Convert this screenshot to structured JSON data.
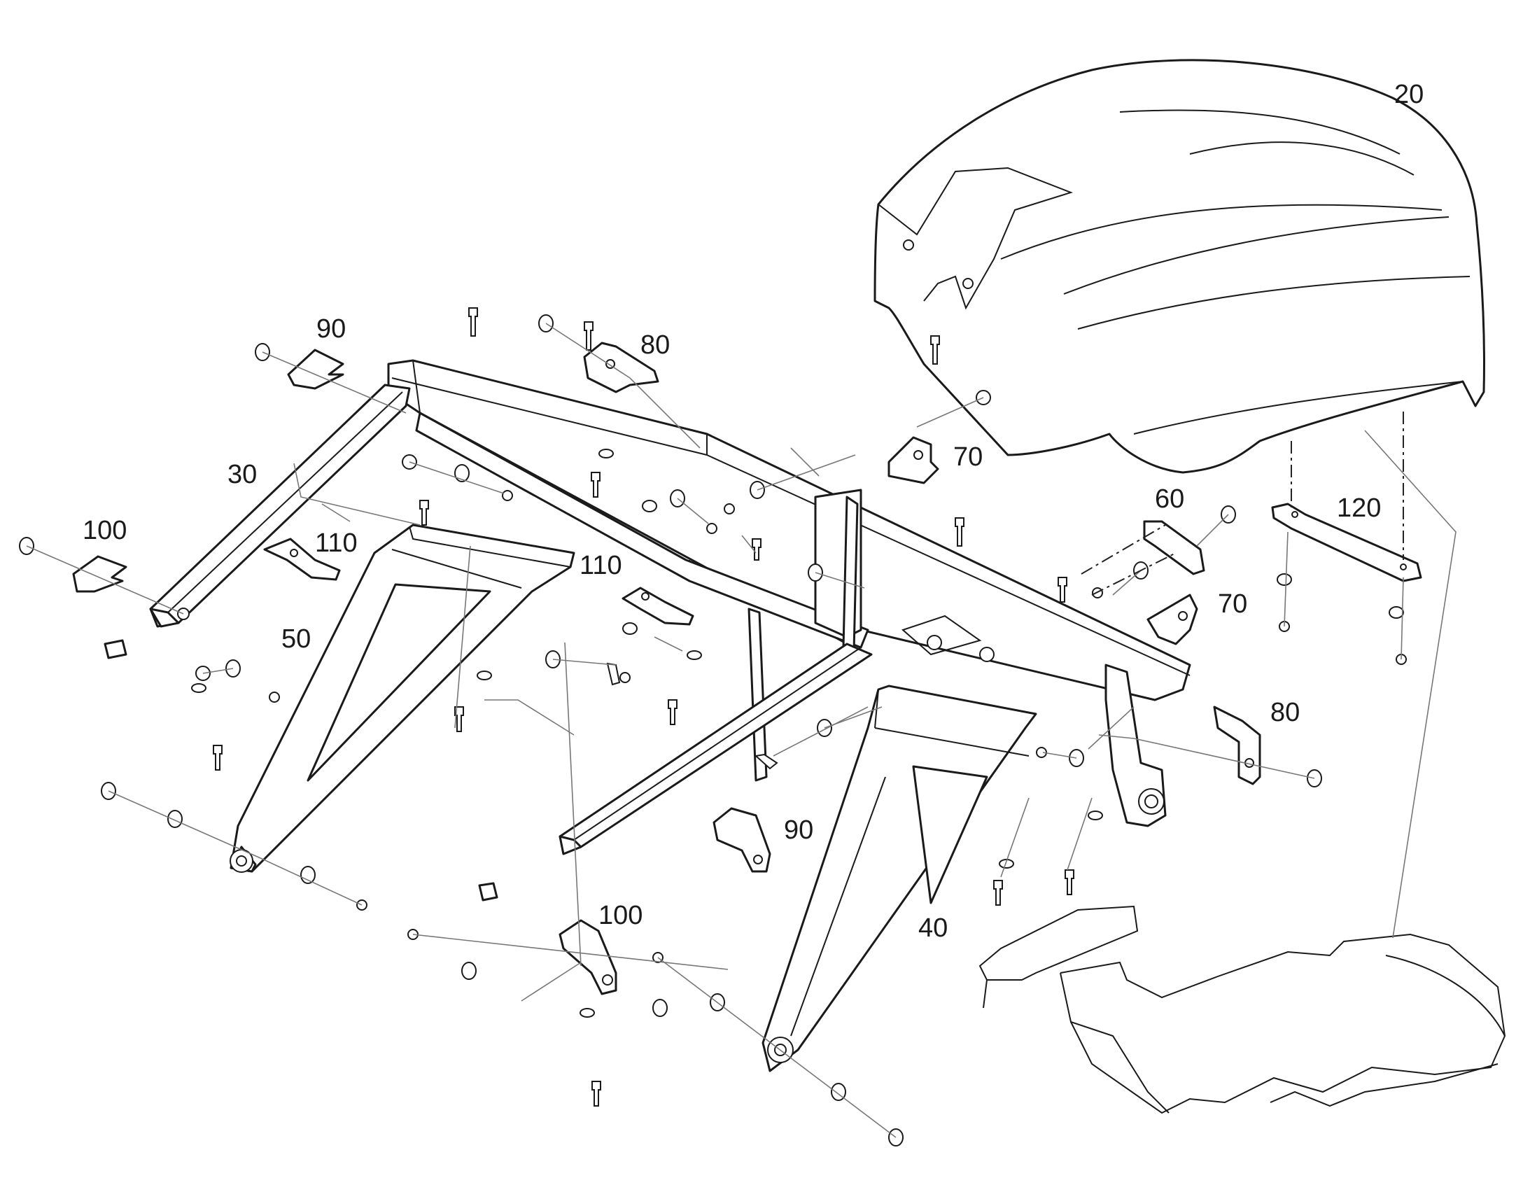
{
  "callouts": [
    {
      "id": "c20",
      "label": "20"
    },
    {
      "id": "c30",
      "label": "30"
    },
    {
      "id": "c40",
      "label": "40"
    },
    {
      "id": "c50",
      "label": "50"
    },
    {
      "id": "c60",
      "label": "60"
    },
    {
      "id": "c70a",
      "label": "70"
    },
    {
      "id": "c70b",
      "label": "70"
    },
    {
      "id": "c80a",
      "label": "80"
    },
    {
      "id": "c80b",
      "label": "80"
    },
    {
      "id": "c90a",
      "label": "90"
    },
    {
      "id": "c90b",
      "label": "90"
    },
    {
      "id": "c100a",
      "label": "100"
    },
    {
      "id": "c100b",
      "label": "100"
    },
    {
      "id": "c110a",
      "label": "110"
    },
    {
      "id": "c110b",
      "label": "110"
    },
    {
      "id": "c120",
      "label": "120"
    }
  ]
}
